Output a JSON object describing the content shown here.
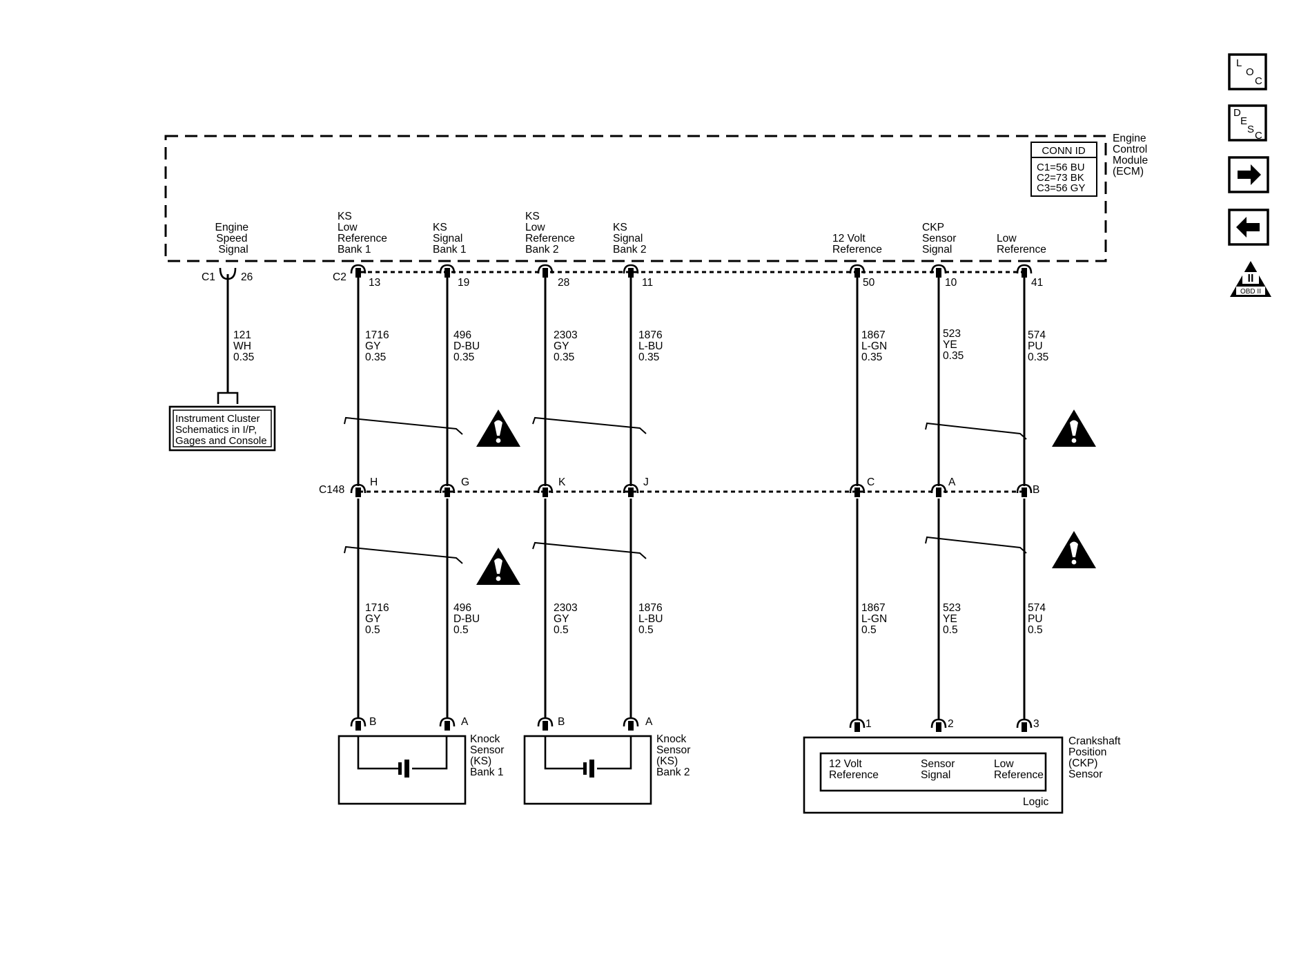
{
  "ecm": {
    "name_lines": [
      "Engine",
      "Control",
      "Module",
      "(ECM)"
    ],
    "conn_title": "CONN ID",
    "conn_lines": [
      "C1=56 BU",
      "C2=73 BK",
      "C3=56 GY"
    ]
  },
  "connectors": {
    "c1": "C1",
    "c2": "C2",
    "c148": "C148"
  },
  "circuits": [
    {
      "id": "ess",
      "func": [
        "Engine",
        "Speed",
        "Signal"
      ],
      "pin": "26",
      "upper": [
        "121",
        "WH",
        "0.35"
      ]
    },
    {
      "id": "ks1l",
      "func": [
        "KS",
        "Low",
        "Reference",
        "Bank 1"
      ],
      "pin": "13",
      "upper": [
        "1716",
        "GY",
        "0.35"
      ],
      "c148": "H",
      "lower": [
        "1716",
        "GY",
        "0.5"
      ],
      "end": "B"
    },
    {
      "id": "ks1s",
      "func": [
        "KS",
        "Signal",
        "Bank 1"
      ],
      "pin": "19",
      "upper": [
        "496",
        "D-BU",
        "0.35"
      ],
      "c148": "G",
      "lower": [
        "496",
        "D-BU",
        "0.5"
      ],
      "end": "A"
    },
    {
      "id": "ks2l",
      "func": [
        "KS",
        "Low",
        "Reference",
        "Bank 2"
      ],
      "pin": "28",
      "upper": [
        "2303",
        "GY",
        "0.35"
      ],
      "c148": "K",
      "lower": [
        "2303",
        "GY",
        "0.5"
      ],
      "end": "B"
    },
    {
      "id": "ks2s",
      "func": [
        "KS",
        "Signal",
        "Bank 2"
      ],
      "pin": "11",
      "upper": [
        "1876",
        "L-BU",
        "0.35"
      ],
      "c148": "J",
      "lower": [
        "1876",
        "L-BU",
        "0.5"
      ],
      "end": "A"
    },
    {
      "id": "v12",
      "func": [
        "12 Volt",
        "Reference"
      ],
      "pin": "50",
      "upper": [
        "1867",
        "L-GN",
        "0.35"
      ],
      "c148": "C",
      "lower": [
        "1867",
        "L-GN",
        "0.5"
      ],
      "end": "1"
    },
    {
      "id": "ckps",
      "func": [
        "CKP",
        "Sensor",
        "Signal"
      ],
      "pin": "10",
      "upper": [
        "523",
        "YE",
        "0.35"
      ],
      "c148": "A",
      "lower": [
        "523",
        "YE",
        "0.5"
      ],
      "end": "2"
    },
    {
      "id": "lref",
      "func": [
        "Low",
        "Reference"
      ],
      "pin": "41",
      "upper": [
        "574",
        "PU",
        "0.35"
      ],
      "c148": "B",
      "lower": [
        "574",
        "PU",
        "0.5"
      ],
      "end": "3"
    }
  ],
  "instrument_cluster": [
    "Instrument Cluster",
    "Schematics in I/P,",
    "Gages and Console"
  ],
  "knock_sensor_1": [
    "Knock",
    "Sensor",
    "(KS)",
    "Bank 1"
  ],
  "knock_sensor_2": [
    "Knock",
    "Sensor",
    "(KS)",
    "Bank 2"
  ],
  "ckp_sensor": {
    "name_lines": [
      "Crankshaft",
      "Position",
      "(CKP)",
      "Sensor"
    ],
    "inner": [
      [
        "12 Volt",
        "Reference"
      ],
      [
        "Sensor",
        "Signal"
      ],
      [
        "Low",
        "Reference"
      ]
    ],
    "logic": "Logic"
  },
  "nav": {
    "loc": [
      "L",
      "O",
      "C"
    ],
    "desc": [
      "D",
      "E",
      "S",
      "C"
    ],
    "obd": [
      "II",
      "OBD II"
    ]
  },
  "colors": {
    "ink": "#000000",
    "paper": "#ffffff"
  }
}
